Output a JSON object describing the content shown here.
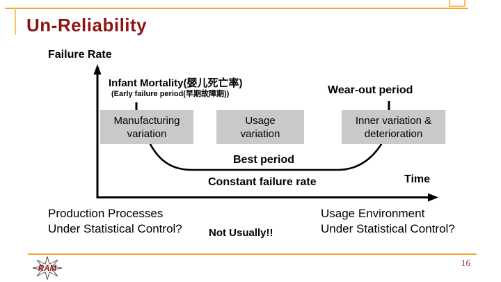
{
  "slide": {
    "title": "Un-Reliability",
    "page_number": "16",
    "colors": {
      "title_red": "#8E1414",
      "accent_orange": "#F5A433",
      "accent_light_orange": "#F8C561",
      "box_gray": "#C9C9C9",
      "ink": "#000000",
      "page_number_red": "#8B2424"
    },
    "logo": {
      "text": "RAM"
    }
  },
  "diagram": {
    "y_axis_label": "Failure Rate",
    "x_axis_label": "Time",
    "infant_mortality": {
      "line1": "Infant Mortality(婴儿死亡率)",
      "line2": "(Early failure period(早期故障期))"
    },
    "wear_out_label": "Wear-out period",
    "boxes": [
      {
        "line1": "Manufacturing",
        "line2": "variation"
      },
      {
        "line1": "Usage",
        "line2": "variation"
      },
      {
        "line1": "Inner variation &",
        "line2": "deterioration"
      }
    ],
    "best_period_label": "Best period",
    "constant_failure_label": "Constant failure rate"
  },
  "footer_notes": {
    "left": {
      "line1": "Production Processes",
      "line2": "Under Statistical Control?"
    },
    "center": "Not Usually!!",
    "right": {
      "line1": "Usage Environment",
      "line2": "Under Statistical Control?"
    }
  }
}
